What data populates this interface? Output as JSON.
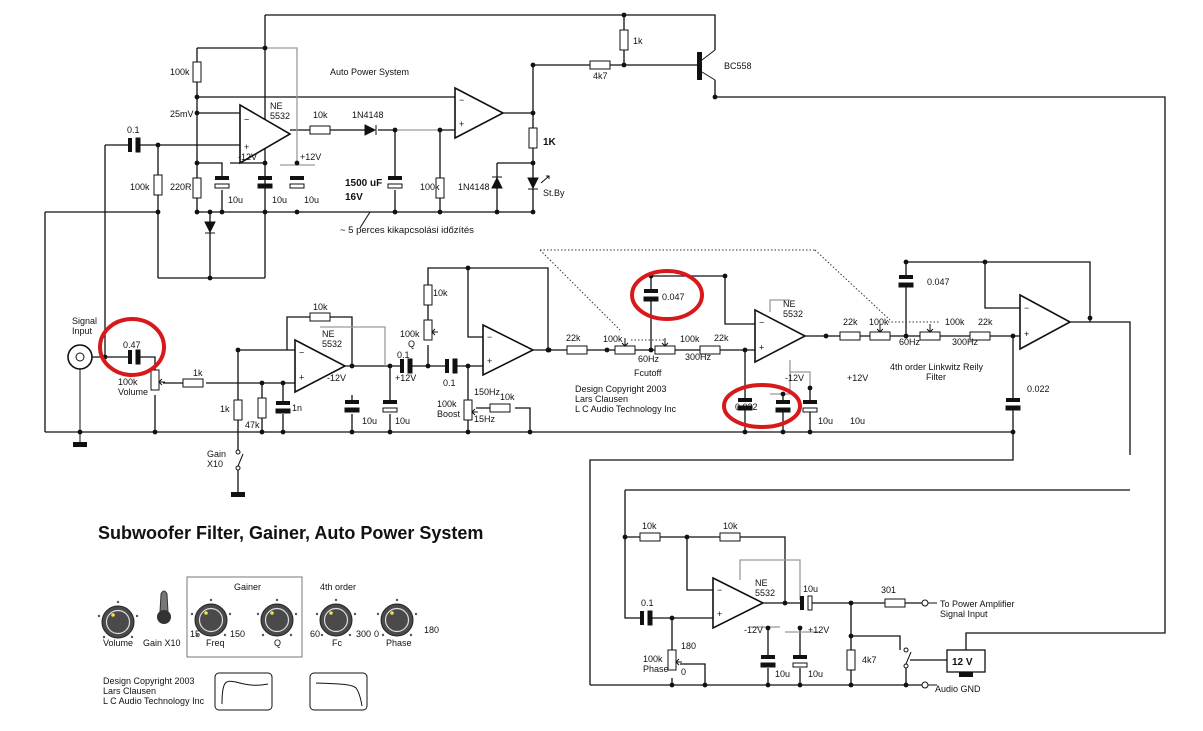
{
  "auto_power": {
    "title": "Auto Power System",
    "r_100k_top": "100k",
    "ref_25mv": "25mV",
    "ne": "NE",
    "ne_model": "5532",
    "minus12": "-12V",
    "plus12": "+12V",
    "r_10k": "10k",
    "diode1": "1N4148",
    "c_01": "0.1",
    "r_100k_left": "100k",
    "r_220r": "220R",
    "c_10u_a": "10u",
    "c_10u_b": "10u",
    "c_10u_c": "10u",
    "cap_big": "1500 uF",
    "cap_big_v": "16V",
    "note": "~ 5 perces kikapcsolási időzítés",
    "r_100k_mid": "100k",
    "diode2": "1N4148",
    "r_1k_led": "1K",
    "led": "St.By",
    "r_1k": "1k",
    "r_4k7": "4k7",
    "transistor": "BC558"
  },
  "filter": {
    "signal": "Signal",
    "input": "Input",
    "c_047": "0.47",
    "pot_vol": "100k",
    "vol": "Volume",
    "r_1k": "1k",
    "r_10k_fb": "10k",
    "ne": "NE",
    "ne_model": "5532",
    "minus12": "-12V",
    "r_1k_gain": "1k",
    "r_47k": "47k",
    "c_1n": "1n",
    "c_10u_a": "10u",
    "c_10u_b": "10u",
    "gain": "Gain",
    "x10": "X10",
    "r_10k_q": "10k",
    "pot_q": "100k",
    "q": "Q",
    "c_01a": "0.1",
    "plus12": "+12V",
    "c_01b": "0.1",
    "f150": "150Hz",
    "r_10k_b": "10k",
    "pot_boost": "100k",
    "boost": "Boost",
    "f15": "15Hz",
    "r_22k_a": "22k",
    "pot_a1": "100k",
    "pot_a2": "100k",
    "hz60_a": "60Hz",
    "hz300_a": "300Hz",
    "fcutoff": "Fcutoff",
    "r_22k_b": "22k",
    "c_047_a": "0.047",
    "ne2": "NE",
    "ne2_model": "5532",
    "minus12_b": "-12V",
    "plus12_b": "+12V",
    "c_022_a": "0.022",
    "c_10u_c": "10u",
    "c_10u_d": "10u",
    "copyright": [
      "Design Copyright 2003",
      "Lars Clausen",
      "L C Audio Technology Inc"
    ],
    "r_22k_c": "22k",
    "pot_b1": "100k",
    "pot_b2": "100k",
    "hz60_b": "60Hz",
    "hz300_b": "300Hz",
    "r_22k_d": "22k",
    "c_047_b": "0.047",
    "lr_title": "4th order Linkwitz Reily",
    "lr_title2": "Filter",
    "c_022_b": "0.022"
  },
  "phase": {
    "r_10k_a": "10k",
    "r_10k_b": "10k",
    "ne": "NE",
    "ne_model": "5532",
    "c_01": "0.1",
    "c_10u": "10u",
    "r_301": "301",
    "out1": "To Power Amplifier",
    "out2": "Signal Input",
    "minus12": "-12V",
    "plus12": "+12V",
    "deg180": "180",
    "pot": "100k",
    "phase": "Phase",
    "deg0": "0",
    "c_10u_a": "10u",
    "c_10u_b": "10u",
    "r_4k7": "4k7",
    "supply": "12 V",
    "gnd": "Audio GND"
  },
  "panel": {
    "title": "Subwoofer Filter, Gainer, Auto Power System",
    "gainer": "Gainer",
    "order": "4th order",
    "volume": "Volume",
    "gain_x10": "Gain X10",
    "freq_min": "15",
    "freq_max": "150",
    "freq": "Freq",
    "q": "Q",
    "fc_min": "60",
    "fc_max": "300",
    "fc": "Fc",
    "ph_min": "0",
    "ph_max": "180",
    "phase": "Phase",
    "copyright": [
      "Design Copyright 2003",
      "Lars Clausen",
      "L C Audio Technology Inc"
    ]
  },
  "colors": {
    "highlight": "#d8191c",
    "knob": "#4a4a4a",
    "knob_dot": "#f2e04a"
  }
}
